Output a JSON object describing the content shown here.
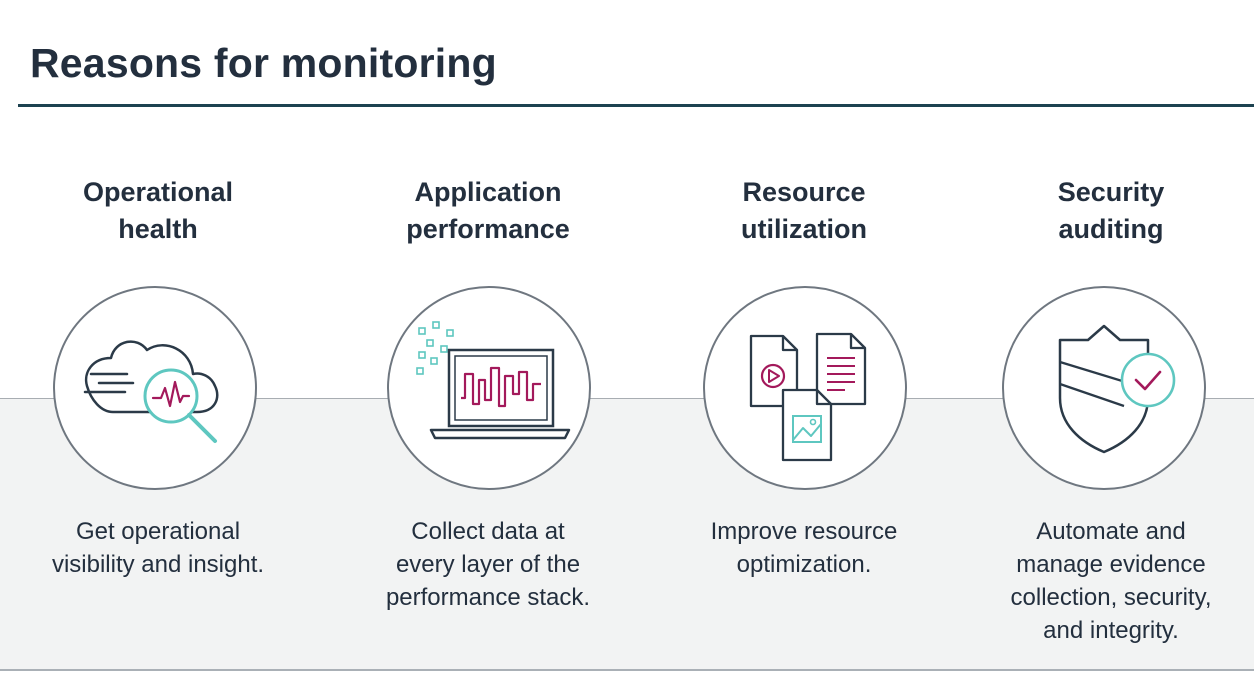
{
  "slide": {
    "title": "Reasons for monitoring"
  },
  "items": [
    {
      "heading_line1": "Operational",
      "heading_line2": "health",
      "icon": "cloud-magnifier-heartbeat-icon",
      "desc_line1": "Get operational",
      "desc_line2": "visibility and insight.",
      "desc_line3": "",
      "desc_line4": ""
    },
    {
      "heading_line1": "Application",
      "heading_line2": "performance",
      "icon": "laptop-waveform-icon",
      "desc_line1": "Collect data at",
      "desc_line2": "every layer of the",
      "desc_line3": "performance stack.",
      "desc_line4": ""
    },
    {
      "heading_line1": "Resource",
      "heading_line2": "utilization",
      "icon": "media-documents-icon",
      "desc_line1": "Improve resource",
      "desc_line2": "optimization.",
      "desc_line3": "",
      "desc_line4": ""
    },
    {
      "heading_line1": "Security",
      "heading_line2": "auditing",
      "icon": "shield-checkmark-icon",
      "desc_line1": "Automate and",
      "desc_line2": "manage evidence",
      "desc_line3": "collection, security,",
      "desc_line4": "and integrity."
    }
  ],
  "colors": {
    "text": "#232f3e",
    "rule": "#1d4250",
    "icon_dark": "#2b3a48",
    "icon_teal": "#5ec7c0",
    "icon_magenta": "#a3195b",
    "band": "#f2f3f3"
  }
}
